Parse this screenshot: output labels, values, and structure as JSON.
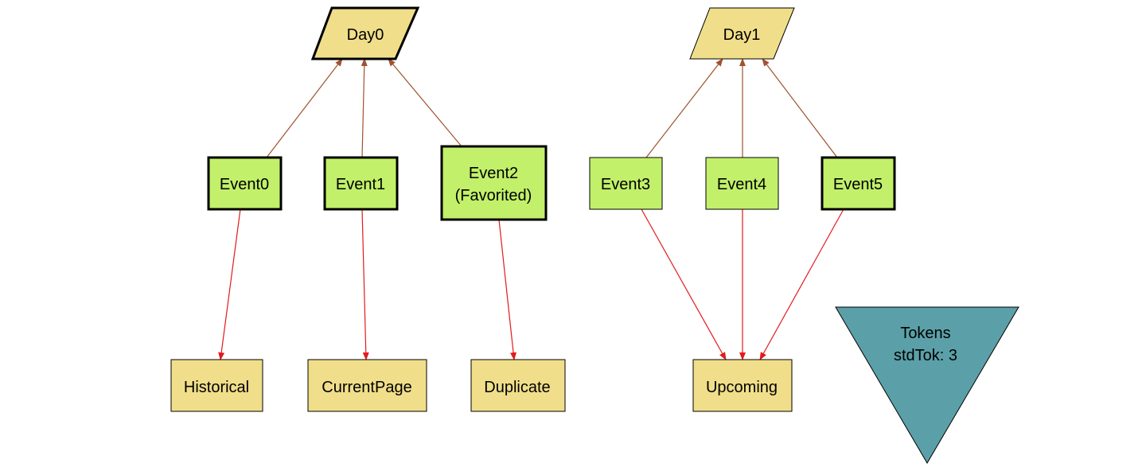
{
  "colors": {
    "day_fill": "#f0de8a",
    "event_fill": "#c2f06a",
    "place_fill": "#f0de8a",
    "token_fill": "#5ba0a8",
    "stroke": "#000000",
    "day_edge": "#a0522d",
    "place_edge": "#e31a1c"
  },
  "nodes": {
    "day0": "Day0",
    "day1": "Day1",
    "event0": "Event0",
    "event1": "Event1",
    "event2_line1": "Event2",
    "event2_line2": "(Favorited)",
    "event3": "Event3",
    "event4": "Event4",
    "event5": "Event5",
    "historical": "Historical",
    "currentpage": "CurrentPage",
    "duplicate": "Duplicate",
    "upcoming": "Upcoming",
    "tokens_line1": "Tokens",
    "tokens_line2": "stdTok: 3"
  },
  "edges": [
    {
      "from": "event0",
      "to": "day0",
      "kind": "day"
    },
    {
      "from": "event1",
      "to": "day0",
      "kind": "day"
    },
    {
      "from": "event2",
      "to": "day0",
      "kind": "day"
    },
    {
      "from": "event3",
      "to": "day1",
      "kind": "day"
    },
    {
      "from": "event4",
      "to": "day1",
      "kind": "day"
    },
    {
      "from": "event5",
      "to": "day1",
      "kind": "day"
    },
    {
      "from": "event0",
      "to": "historical",
      "kind": "place"
    },
    {
      "from": "event1",
      "to": "currentpage",
      "kind": "place"
    },
    {
      "from": "event2",
      "to": "duplicate",
      "kind": "place"
    },
    {
      "from": "event3",
      "to": "upcoming",
      "kind": "place"
    },
    {
      "from": "event4",
      "to": "upcoming",
      "kind": "place"
    },
    {
      "from": "event5",
      "to": "upcoming",
      "kind": "place"
    }
  ]
}
